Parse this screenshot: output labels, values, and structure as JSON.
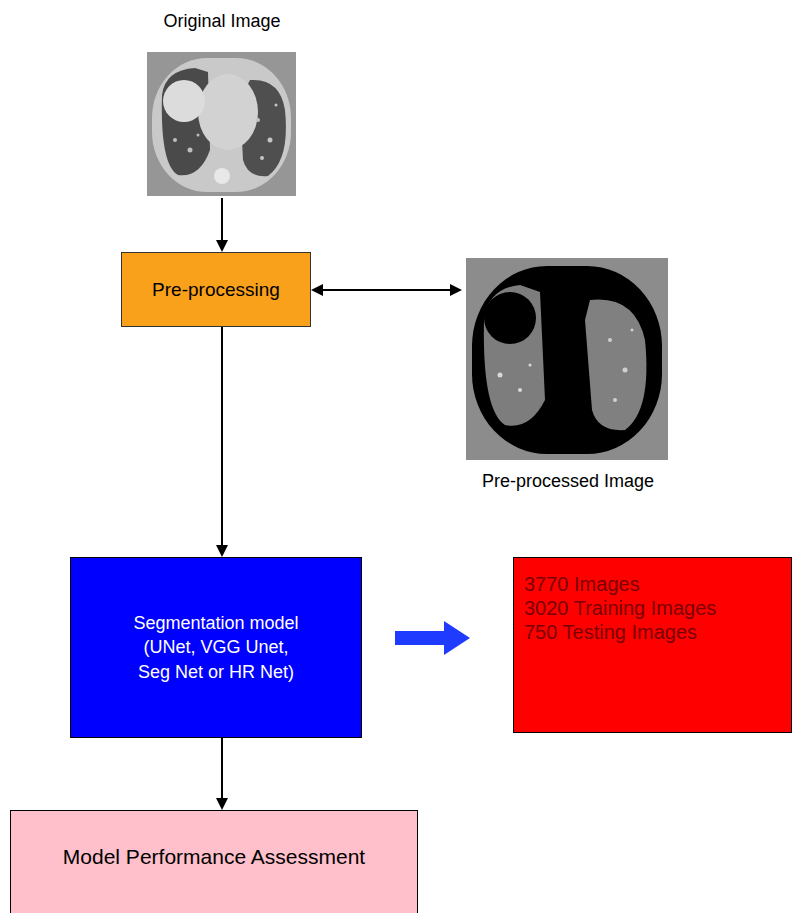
{
  "diagram": {
    "nodes": [
      {
        "text": [
          "Original Image"
        ]
      },
      {
        "text": [
          "Pre-processing"
        ]
      },
      {
        "text": [
          "Pre-processed Image"
        ]
      },
      {
        "text": [
          "Segmentation model (UNet, VGG Unet, Seg Net or HR Net)"
        ]
      },
      {
        "text": [
          "3770 Images",
          "3020 Training Images",
          "750 Testing Images"
        ]
      },
      {
        "text": [
          "Model Performance Assessment"
        ]
      }
    ],
    "edges": [
      {
        "from": 0,
        "to": 1,
        "arrow": "to"
      },
      {
        "from": 1,
        "to": 2,
        "arrow": "both"
      },
      {
        "from": 1,
        "to": 3,
        "arrow": "to"
      },
      {
        "from": 3,
        "to": 4,
        "arrow": "to"
      },
      {
        "from": 3,
        "to": 5,
        "arrow": "to"
      }
    ]
  }
}
